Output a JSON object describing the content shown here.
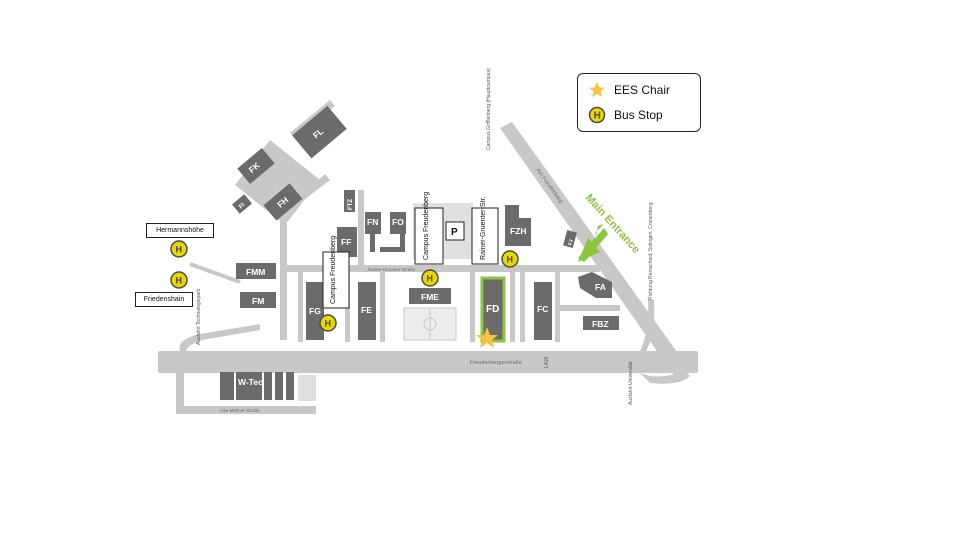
{
  "legend": {
    "chair_label": "EES Chair",
    "busstop_label": "Bus Stop"
  },
  "main_entrance": "Main Entrance",
  "colors": {
    "building": "#6b6b6b",
    "road": "#c8c8c8",
    "accent_green": "#8cc63f",
    "bus_yellow": "#e8d800",
    "star": "#f5c242"
  },
  "buildings": {
    "fl": "FL",
    "fk": "FK",
    "fh": "FH",
    "fi": "FI",
    "ftz": "FTZ",
    "ff": "FF",
    "fn": "FN",
    "fo": "FO",
    "fzh": "FZH",
    "fmm": "FMM",
    "fm": "FM",
    "fg": "FG",
    "fe": "FE",
    "fme": "FME",
    "fd": "FD",
    "fc": "FC",
    "fa": "FA",
    "fbz": "FBZ",
    "fj": "FJ",
    "wtec": "W-Tec",
    "parking": "P"
  },
  "boxes": {
    "hermannshoehe": "Hermannshöhe",
    "friedenshain": "Friedenshain",
    "campus_freudenberg_1": "Campus Freudenberg",
    "campus_freudenberg_2": "Campus Freudenberg",
    "rainer_gruenter": "Rainer-Gruenter-Str."
  },
  "streets": {
    "freudenbergerstrasse": "Freudenbergerstraße",
    "rainer_gruenter_strasse": "Rainer-Gruenter-Straße",
    "am_freudenberg": "Am Freudenberg",
    "lise_meitner": "Lise-Meitner-Straße",
    "campus_griffenberg": "Campus Grifflenberg (Hauptcampus)",
    "ausfahrt_technologiepark": "Ausfahrt Technologiepark",
    "ausfahrt_universitaet": "Ausfahrt Universität",
    "richtung": "Richtung Remscheid, Solingen, Cronenberg",
    "l418": "L418"
  },
  "icons": {
    "star": "star-icon",
    "bus": "bus-stop-icon",
    "arrow": "entrance-arrow-icon"
  }
}
